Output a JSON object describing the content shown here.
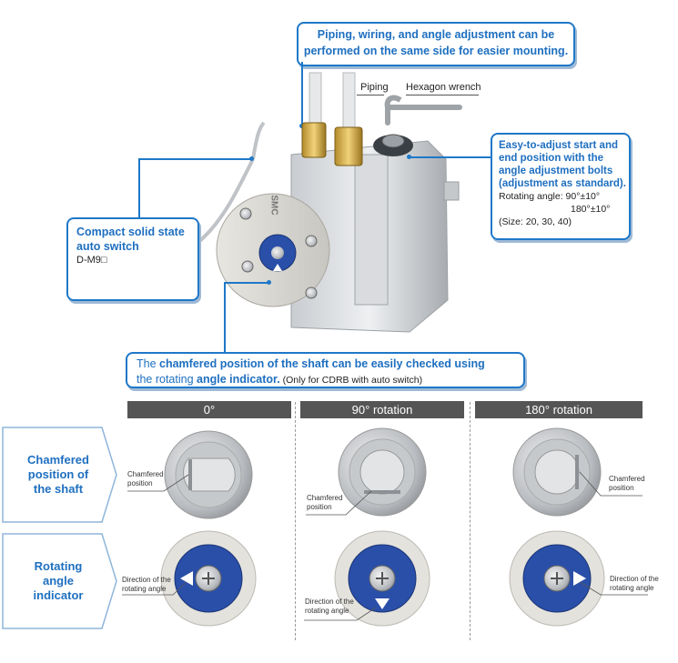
{
  "top_callout": {
    "line1": "Piping, wiring, and angle adjustment can be",
    "line2": "performed on the same side for easier mounting."
  },
  "labels": {
    "piping": "Piping",
    "hexagon_wrench": "Hexagon wrench"
  },
  "right_callout": {
    "line1": "Easy-to-adjust start and",
    "line2": "end position with the",
    "line3": "angle adjustment bolts",
    "line4": "(adjustment as standard).",
    "angle_label": "Rotating angle: 90°±10°",
    "angle_180": "180°±10°",
    "sizes": "(Size: 20, 30, 40)"
  },
  "left_callout": {
    "line1": "Compact solid state",
    "line2": "auto switch",
    "model": "D-M9□"
  },
  "bottom_callout": {
    "p1": "The ",
    "b1": "chamfered position of the shaft can be easily checked using",
    "p2": "the rotating ",
    "b2": "angle indicator.",
    "note": " (Only for CDRB with auto switch)"
  },
  "columns": [
    "0°",
    "90° rotation",
    "180° rotation"
  ],
  "row_labels": {
    "chamfered": [
      "Chamfered",
      "position of",
      "the shaft"
    ],
    "indicator": [
      "Rotating",
      "angle",
      "indicator"
    ]
  },
  "annotations": {
    "chamfered_1": "Chamfered",
    "chamfered_2": "position",
    "direction_1": "Direction of the",
    "direction_2": "rotating angle"
  },
  "logo_text": "SMC",
  "colors": {
    "accent": "#1e78c8",
    "header_bg": "#555555",
    "indicator_blue": "#2a4fa8"
  }
}
